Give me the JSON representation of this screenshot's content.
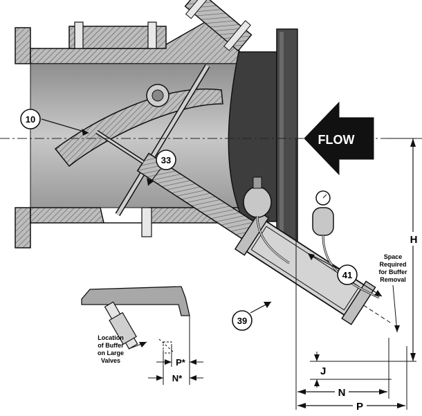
{
  "callouts": {
    "c10": "10",
    "c33": "33",
    "c39": "39",
    "c41": "41"
  },
  "flow_label": "FLOW",
  "dimensions": {
    "h": "H",
    "j": "J",
    "n": "N",
    "p": "P",
    "n_star": "N*",
    "p_star": "P*"
  },
  "notes": {
    "buffer_space": [
      "Space",
      "Required",
      "for Buffer",
      "Removal"
    ],
    "buffer_location": [
      "Location",
      "of Buffer",
      "on Large",
      "Valves"
    ]
  },
  "colors": {
    "metal_gray": "#a9a9a9",
    "dark_gray": "#4a4a4a",
    "light_gray": "#d8d8d8",
    "line": "#111111"
  }
}
